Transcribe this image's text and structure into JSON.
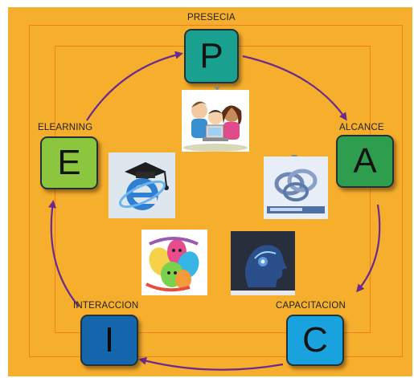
{
  "nodes": [
    {
      "letter": "P",
      "label": "PRESECIA",
      "color": "#1aa08f"
    },
    {
      "letter": "A",
      "label": "ALCANCE",
      "color": "#2e9e4e"
    },
    {
      "letter": "C",
      "label": "CAPACITACION",
      "color": "#19a2dd"
    },
    {
      "letter": "I",
      "label": "INTERACCION",
      "color": "#1666ad"
    },
    {
      "letter": "E",
      "label": "ELEARNING",
      "color": "#8cc63e"
    }
  ],
  "colors": {
    "background": "#f6ae2d",
    "frame_lines": "#f07f1c",
    "arrows": "#6b2a8f"
  },
  "pictures": [
    {
      "subject": "children-at-computer"
    },
    {
      "subject": "internet-explorer-graduation-logo"
    },
    {
      "subject": "chain-link-graphic"
    },
    {
      "subject": "colorful-faces-collage"
    },
    {
      "subject": "digital-head-profile"
    }
  ]
}
